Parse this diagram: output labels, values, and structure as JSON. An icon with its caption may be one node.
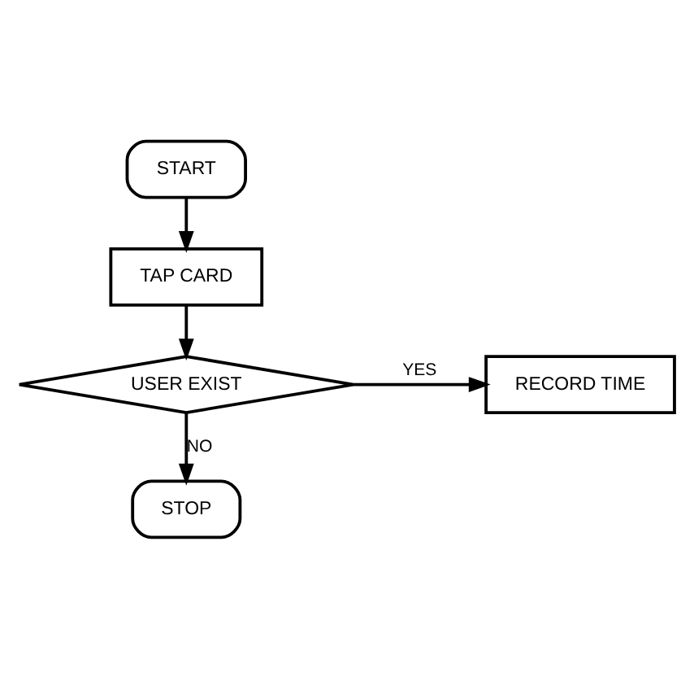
{
  "diagram": {
    "nodes": [
      {
        "text": [
          "START"
        ]
      },
      {
        "text": [
          "TAP CARD"
        ]
      },
      {
        "text": [
          "USER EXIST"
        ]
      },
      {
        "text": [
          "RECORD TIME"
        ]
      },
      {
        "text": [
          "STOP"
        ]
      }
    ],
    "edges": [
      {
        "from": 0,
        "to": 1,
        "arrow": "to"
      },
      {
        "from": 1,
        "to": 2,
        "arrow": "to"
      },
      {
        "from": 2,
        "to": 3,
        "arrow": "to",
        "label": "YES"
      },
      {
        "from": 2,
        "to": 4,
        "arrow": "to",
        "label": "NO"
      }
    ]
  }
}
